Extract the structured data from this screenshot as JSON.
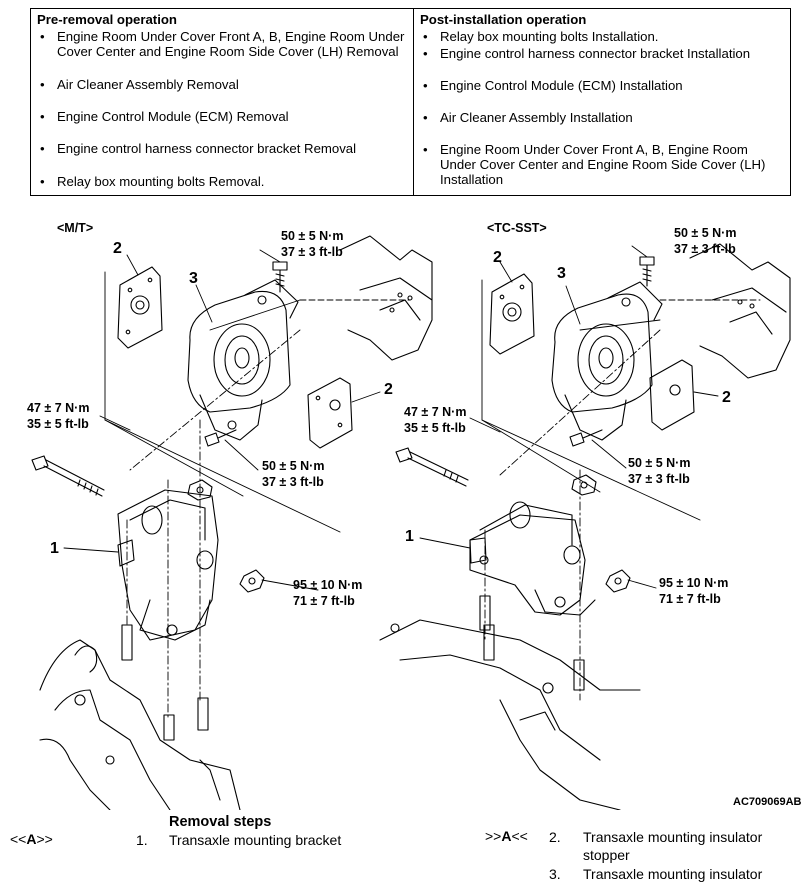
{
  "pre_removal": {
    "heading": "Pre-removal operation",
    "items": [
      "Engine Room Under Cover Front A, B, Engine Room Under Cover Center and Engine Room Side Cover (LH) Removal",
      "Air Cleaner Assembly Removal",
      "Engine Control Module (ECM) Removal",
      "Engine control harness connector bracket Removal",
      "Relay box mounting bolts Removal."
    ]
  },
  "post_installation": {
    "heading": "Post-installation operation",
    "items": [
      "Relay box mounting bolts Installation.",
      "Engine control harness connector bracket Installation",
      "Engine Control Module (ECM) Installation",
      "Air Cleaner Assembly Installation",
      "Engine Room Under Cover Front A, B, Engine Room Under Cover Center and Engine Room Side Cover (LH) Installation"
    ]
  },
  "diagram": {
    "mt": {
      "label": "<M/T>",
      "torque_top": [
        "50 ± 5 N·m",
        "37 ± 3 ft-lb"
      ],
      "torque_left": [
        "47 ± 7 N·m",
        "35 ± 5 ft-lb"
      ],
      "torque_mid": [
        "50 ± 5 N·m",
        "37 ± 3 ft-lb"
      ],
      "torque_bottom": [
        "95 ± 10 N·m",
        "71 ± 7 ft-lb"
      ],
      "callouts": [
        "2",
        "3",
        "2",
        "1"
      ]
    },
    "tc": {
      "label": "<TC-SST>",
      "torque_top": [
        "50 ± 5 N·m",
        "37 ± 3 ft-lb"
      ],
      "torque_left": [
        "47 ± 7 N·m",
        "35 ± 5 ft-lb"
      ],
      "torque_mid": [
        "50 ± 5 N·m",
        "37 ± 3 ft-lb"
      ],
      "torque_bottom": [
        "95 ± 10 N·m",
        "71 ± 7 ft-lb"
      ],
      "callouts": [
        "2",
        "3",
        "2",
        "1"
      ]
    },
    "figure_code": "AC709069AB"
  },
  "removal_steps": {
    "heading": "Removal steps",
    "left_ref_open": "<<",
    "left_ref_letter": "A",
    "left_ref_close": ">>",
    "right_ref_open": ">>",
    "right_ref_letter": "A",
    "right_ref_close": "<<",
    "steps": [
      {
        "num": "1.",
        "text": "Transaxle mounting bracket"
      },
      {
        "num": "2.",
        "text": "Transaxle mounting insulator",
        "text2": "stopper"
      },
      {
        "num": "3.",
        "text": "Transaxle mounting insulator"
      }
    ]
  }
}
